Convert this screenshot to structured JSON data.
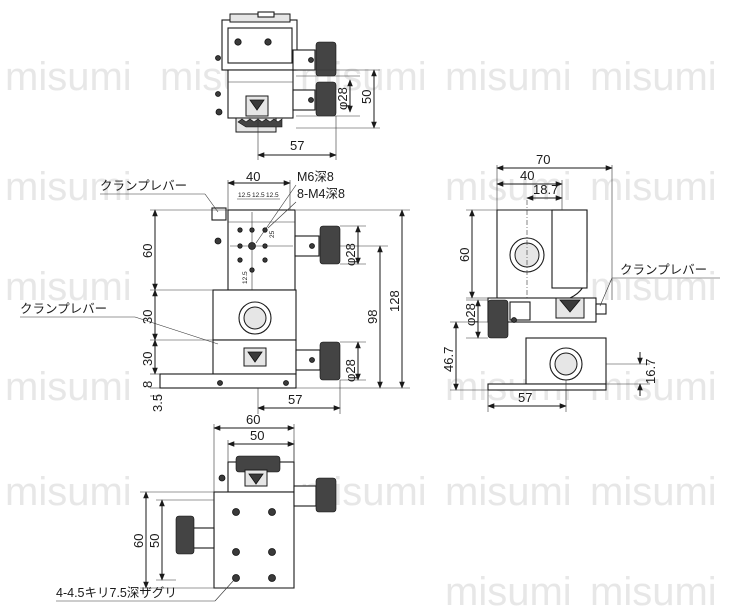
{
  "watermark": "misumi",
  "labels": {
    "clamp_lever": "クランプレバー",
    "tap_m6": "M6深8",
    "tap_m4": "8-M4深8",
    "counterbore": "4-4.5キリ7.5深ザグリ",
    "pitch_12_5": "12.5",
    "pitch_25": "25"
  },
  "dims": {
    "d57": "57",
    "d50": "50",
    "phi28": "φ28",
    "d40": "40",
    "d60": "60",
    "d30": "30",
    "d8": "8",
    "d3_5": "3.5",
    "d98": "98",
    "d128": "128",
    "d70": "70",
    "d18_7": "18.7",
    "d46_7": "46.7",
    "d16_7": "16.7"
  }
}
